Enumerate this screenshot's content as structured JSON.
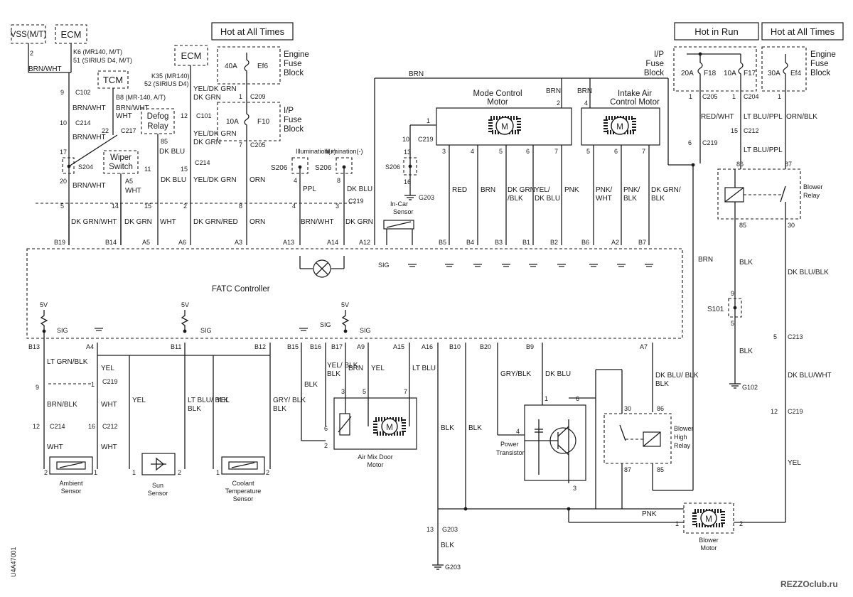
{
  "headers": {
    "hot_all_times_1": "Hot at All Times",
    "hot_in_run": "Hot in Run",
    "hot_all_times_2": "Hot at All Times"
  },
  "modules": {
    "vss": "VSS(M/T)",
    "ecm_1": "ECM",
    "ecm_2": "ECM",
    "tcm": "TCM",
    "defog_relay": [
      "Defog",
      "Relay"
    ],
    "wiper_switch": [
      "Wiper",
      "Switch"
    ],
    "fatc": "FATC Controller",
    "engine_fuse_block": [
      "Engine",
      "Fuse",
      "Block"
    ],
    "ip_fuse_block": [
      "I/P",
      "Fuse",
      "Block"
    ],
    "mode_control_motor": [
      "Mode Control",
      "Motor"
    ],
    "intake_air_motor": [
      "Intake Air",
      "Control Motor"
    ],
    "blower_relay": [
      "Blower",
      "Relay"
    ],
    "blower_high_relay": [
      "Blower",
      "High",
      "Relay"
    ],
    "power_transistor": [
      "Power",
      "Transistor"
    ],
    "blower_motor": [
      "Blower",
      "Motor"
    ],
    "air_mix_door_motor": [
      "Air Mix Door",
      "Motor"
    ],
    "ambient_sensor": [
      "Ambient",
      "Sensor"
    ],
    "sun_sensor": [
      "Sun",
      "Sensor"
    ],
    "coolant_sensor": [
      "Coolant",
      "Temperature",
      "Sensor"
    ],
    "in_car_sensor": [
      "In-Car",
      "Sensor"
    ]
  },
  "fuses": {
    "ef6": {
      "rating": "40A",
      "name": "Ef6"
    },
    "f10": {
      "rating": "10A",
      "name": "F10"
    },
    "f18": {
      "rating": "20A",
      "name": "F18"
    },
    "f17": {
      "rating": "10A",
      "name": "F17"
    },
    "ef4": {
      "rating": "30A",
      "name": "Ef4"
    }
  },
  "ecm_pins": {
    "k6": [
      "K6 (MR140, M/T)",
      "51 (SIRIUS D4, M/T)"
    ],
    "k35": [
      "K35 (MR140)",
      "52 (SIRIUS D4)"
    ],
    "b8": "B8 (MR-140, A/T)"
  },
  "connectors": [
    "C102",
    "C214",
    "C217",
    "S204",
    "C101",
    "C214",
    "C209",
    "C205",
    "S206",
    "S206",
    "C219",
    "C219",
    "S206",
    "G203",
    "C205",
    "C204",
    "C219",
    "C212",
    "S101",
    "G102",
    "C213",
    "C219",
    "C219",
    "C214",
    "C212",
    "C219",
    "G203"
  ],
  "top_wires": [
    "BRN/WHT",
    "BRN/WHT",
    "BRN/WHT",
    "BRN/WHT",
    "BRN/WHT",
    "DK BLU",
    "DK BLU",
    "YEL/DK GRN",
    "YEL/DK GRN",
    "YEL/DK GRN",
    "ORN",
    "ORN",
    "PPL",
    "DK BLU",
    "BRN",
    "BRN",
    "BRN",
    "RED/WHT",
    "LT BLU/PPL",
    "LT BLU/PPL",
    "ORN/BLK",
    "WHT",
    "YEL"
  ],
  "fatc_top_pins": [
    "B19",
    "B14",
    "A5",
    "A6",
    "A3",
    "A13",
    "A14",
    "A12",
    "B5",
    "B4",
    "B3",
    "B1",
    "B2",
    "B6",
    "A2",
    "B7"
  ],
  "fatc_top_wires": [
    "DK GRN/WHT",
    "DK GRN",
    "WHT",
    "DK GRN/RED",
    "ORN",
    "BRN/WHT",
    "DK GRN",
    "RED",
    "BRN",
    "DK GRN /BLK",
    "YEL/ DK BLU",
    "PNK",
    "PNK/ WHT",
    "PNK/ BLK",
    "DK GRN/ BLK"
  ],
  "fatc_bottom_pins": [
    "B13",
    "A4",
    "B11",
    "B12",
    "B15",
    "B16",
    "B17",
    "A9",
    "A15",
    "A16",
    "B10",
    "B20",
    "B9",
    "A7"
  ],
  "bottom_wires": [
    "LT GRN/BLK",
    "YEL",
    "BRN/BLK",
    "WHT",
    "WHT",
    "WHT",
    "YEL",
    "LT BLU/ BLK",
    "YEL",
    "GRY/ BLK",
    "BLK",
    "YEL/ BLK",
    "BRN",
    "YEL",
    "LT BLU",
    "BLK",
    "BLK",
    "GRY/BLK",
    "DK BLU",
    "DK BLU/ BLK",
    "BLK",
    "BLK",
    "DK BLU/BLK",
    "DK BLU/WHT",
    "YEL",
    "PNK",
    "BRN"
  ],
  "signals": {
    "sig": "SIG",
    "v5": "5V",
    "illum_plus": "Illumination(+)",
    "illum_minus": "Illumination(-)"
  },
  "relay_pins": {
    "p86": "86",
    "p87": "87",
    "p85": "85",
    "p30": "30"
  },
  "figure_id": "U4A47001",
  "watermark": "REZZOclub.ru"
}
